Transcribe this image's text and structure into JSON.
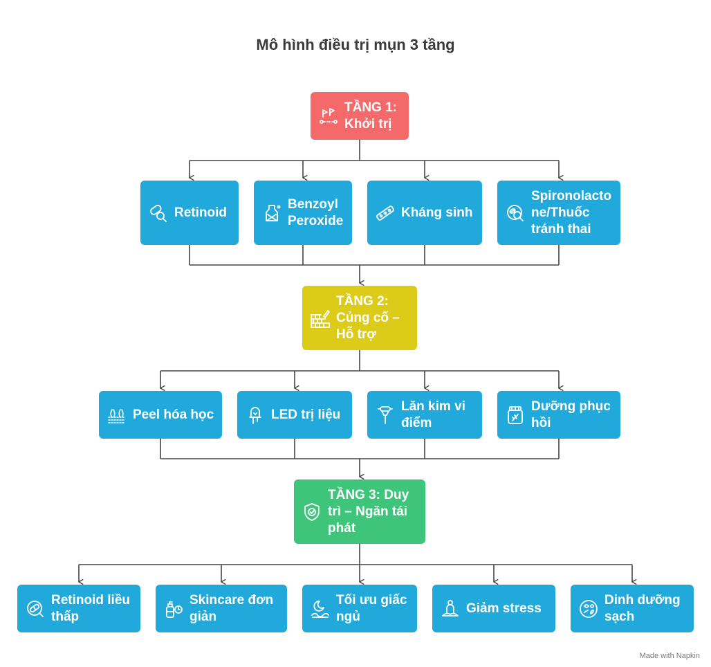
{
  "title": "Mô hình điều trị mụn 3 tầng",
  "tiers": [
    {
      "label": "TẦNG 1: Khởi trị",
      "icon": "flags-path-icon",
      "color": "#f46a6a",
      "children": [
        {
          "label": "Retinoid",
          "icon": "pills-search-icon"
        },
        {
          "label": "Benzoyl Peroxide",
          "icon": "bottle-icon"
        },
        {
          "label": "Kháng sinh",
          "icon": "pill-strip-icon"
        },
        {
          "label": "Spironolactone/Thuốc tránh thai",
          "icon": "pill-pack-icon"
        }
      ]
    },
    {
      "label": "TẦNG 2: Củng cố – Hỗ trợ",
      "icon": "brick-wall-trowel-icon",
      "color": "#dccb18",
      "children": [
        {
          "label": "Peel hóa học",
          "icon": "skin-layers-icon"
        },
        {
          "label": "LED trị liệu",
          "icon": "led-bulb-icon"
        },
        {
          "label": "Lăn kim vi điểm",
          "icon": "microneedle-roller-icon"
        },
        {
          "label": "Dưỡng phục hồi",
          "icon": "cream-jar-icon"
        }
      ]
    },
    {
      "label": "TẦNG 3: Duy trì – Ngăn tái phát",
      "icon": "shield-check-icon",
      "color": "#3fc57b",
      "children": [
        {
          "label": "Retinoid liều thấp",
          "icon": "capsule-search-icon"
        },
        {
          "label": "Skincare đơn giản",
          "icon": "spray-bottle-clock-icon"
        },
        {
          "label": "Tối ưu giấc ngủ",
          "icon": "moon-sleep-icon"
        },
        {
          "label": "Giảm stress",
          "icon": "meditation-icon"
        },
        {
          "label": "Dinh dưỡng sạch",
          "icon": "healthy-food-icon"
        }
      ]
    }
  ],
  "colors": {
    "item": "#21a9dc",
    "line": "#444444"
  },
  "footer": "Made with Napkin"
}
